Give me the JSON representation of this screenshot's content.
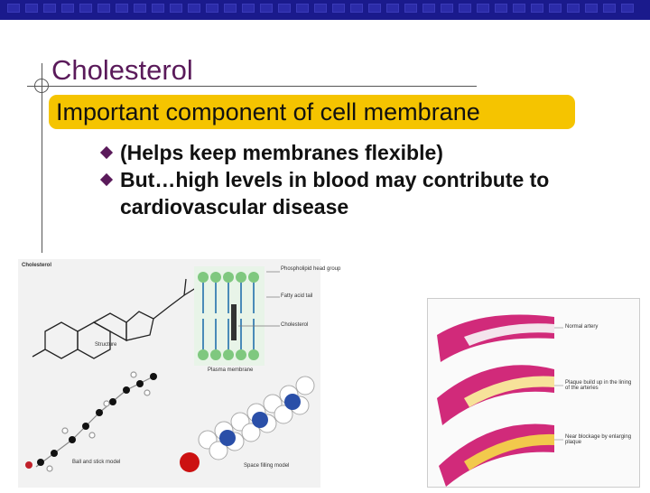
{
  "slide": {
    "title": "Cholesterol",
    "subtitle": "Important component of cell membrane",
    "bullets": [
      "(Helps keep membranes flexible)",
      "But…high levels in blood may contribute to cardiovascular disease"
    ]
  },
  "figure_left": {
    "labels": {
      "heading": "Cholesterol",
      "structure": "Structure",
      "plasma_membrane": "Plasma membrane",
      "phospholipid_head": "Phospholipid head group",
      "fatty_acid_tail": "Fatty acid tail",
      "cholesterol": "Cholesterol",
      "ball_stick": "Ball and stick model",
      "space_filling": "Space filling model"
    }
  },
  "figure_right": {
    "labels": {
      "normal_artery": "Normal artery",
      "plaque_buildup": "Plaque build up in the lining of the arteries",
      "near_blockage": "Near blockage by enlarging plaque"
    }
  },
  "colors": {
    "title": "#5a1a5a",
    "subtitle_bg": "#f5c400",
    "top_bar": "#1a1a8c",
    "bullet_marker": "#5a1a5a"
  }
}
